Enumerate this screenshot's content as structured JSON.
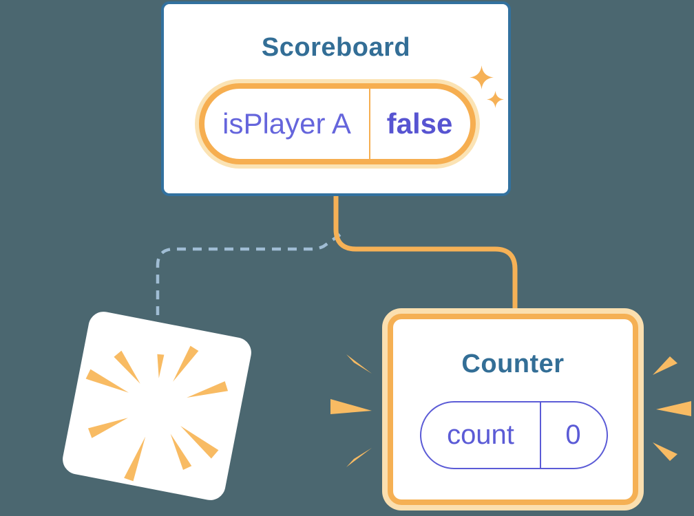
{
  "colors": {
    "bg": "#4B6770",
    "card-bg": "#FFFFFF",
    "blue-border": "#32719F",
    "title-blue": "#336E96",
    "purple": "#6565DC",
    "purple-bold": "#5754D1",
    "pill-purple": "#5B5BD6",
    "orange": "#F6AE50",
    "orange-halo": "#FBE3B4",
    "connector": "#F6B156",
    "counter-orange": "#F5B054",
    "counter-halo": "#FBDFAF",
    "burst": "#F8BB63",
    "dash": "#A0BDD4"
  },
  "scoreboard": {
    "title": "Scoreboard",
    "state_name": "isPlayer A",
    "state_value": "false"
  },
  "counter": {
    "title": "Counter",
    "state_name": "count",
    "state_value": "0"
  },
  "icons": {
    "sparkles": "four-point-star",
    "burst": "impact-burst-wedges",
    "emphasis": "radiating-emphasis-wedges"
  },
  "connectors": {
    "solid": "scoreboard-to-counter",
    "dashed": "scoreboard-to-destroyed-card"
  }
}
